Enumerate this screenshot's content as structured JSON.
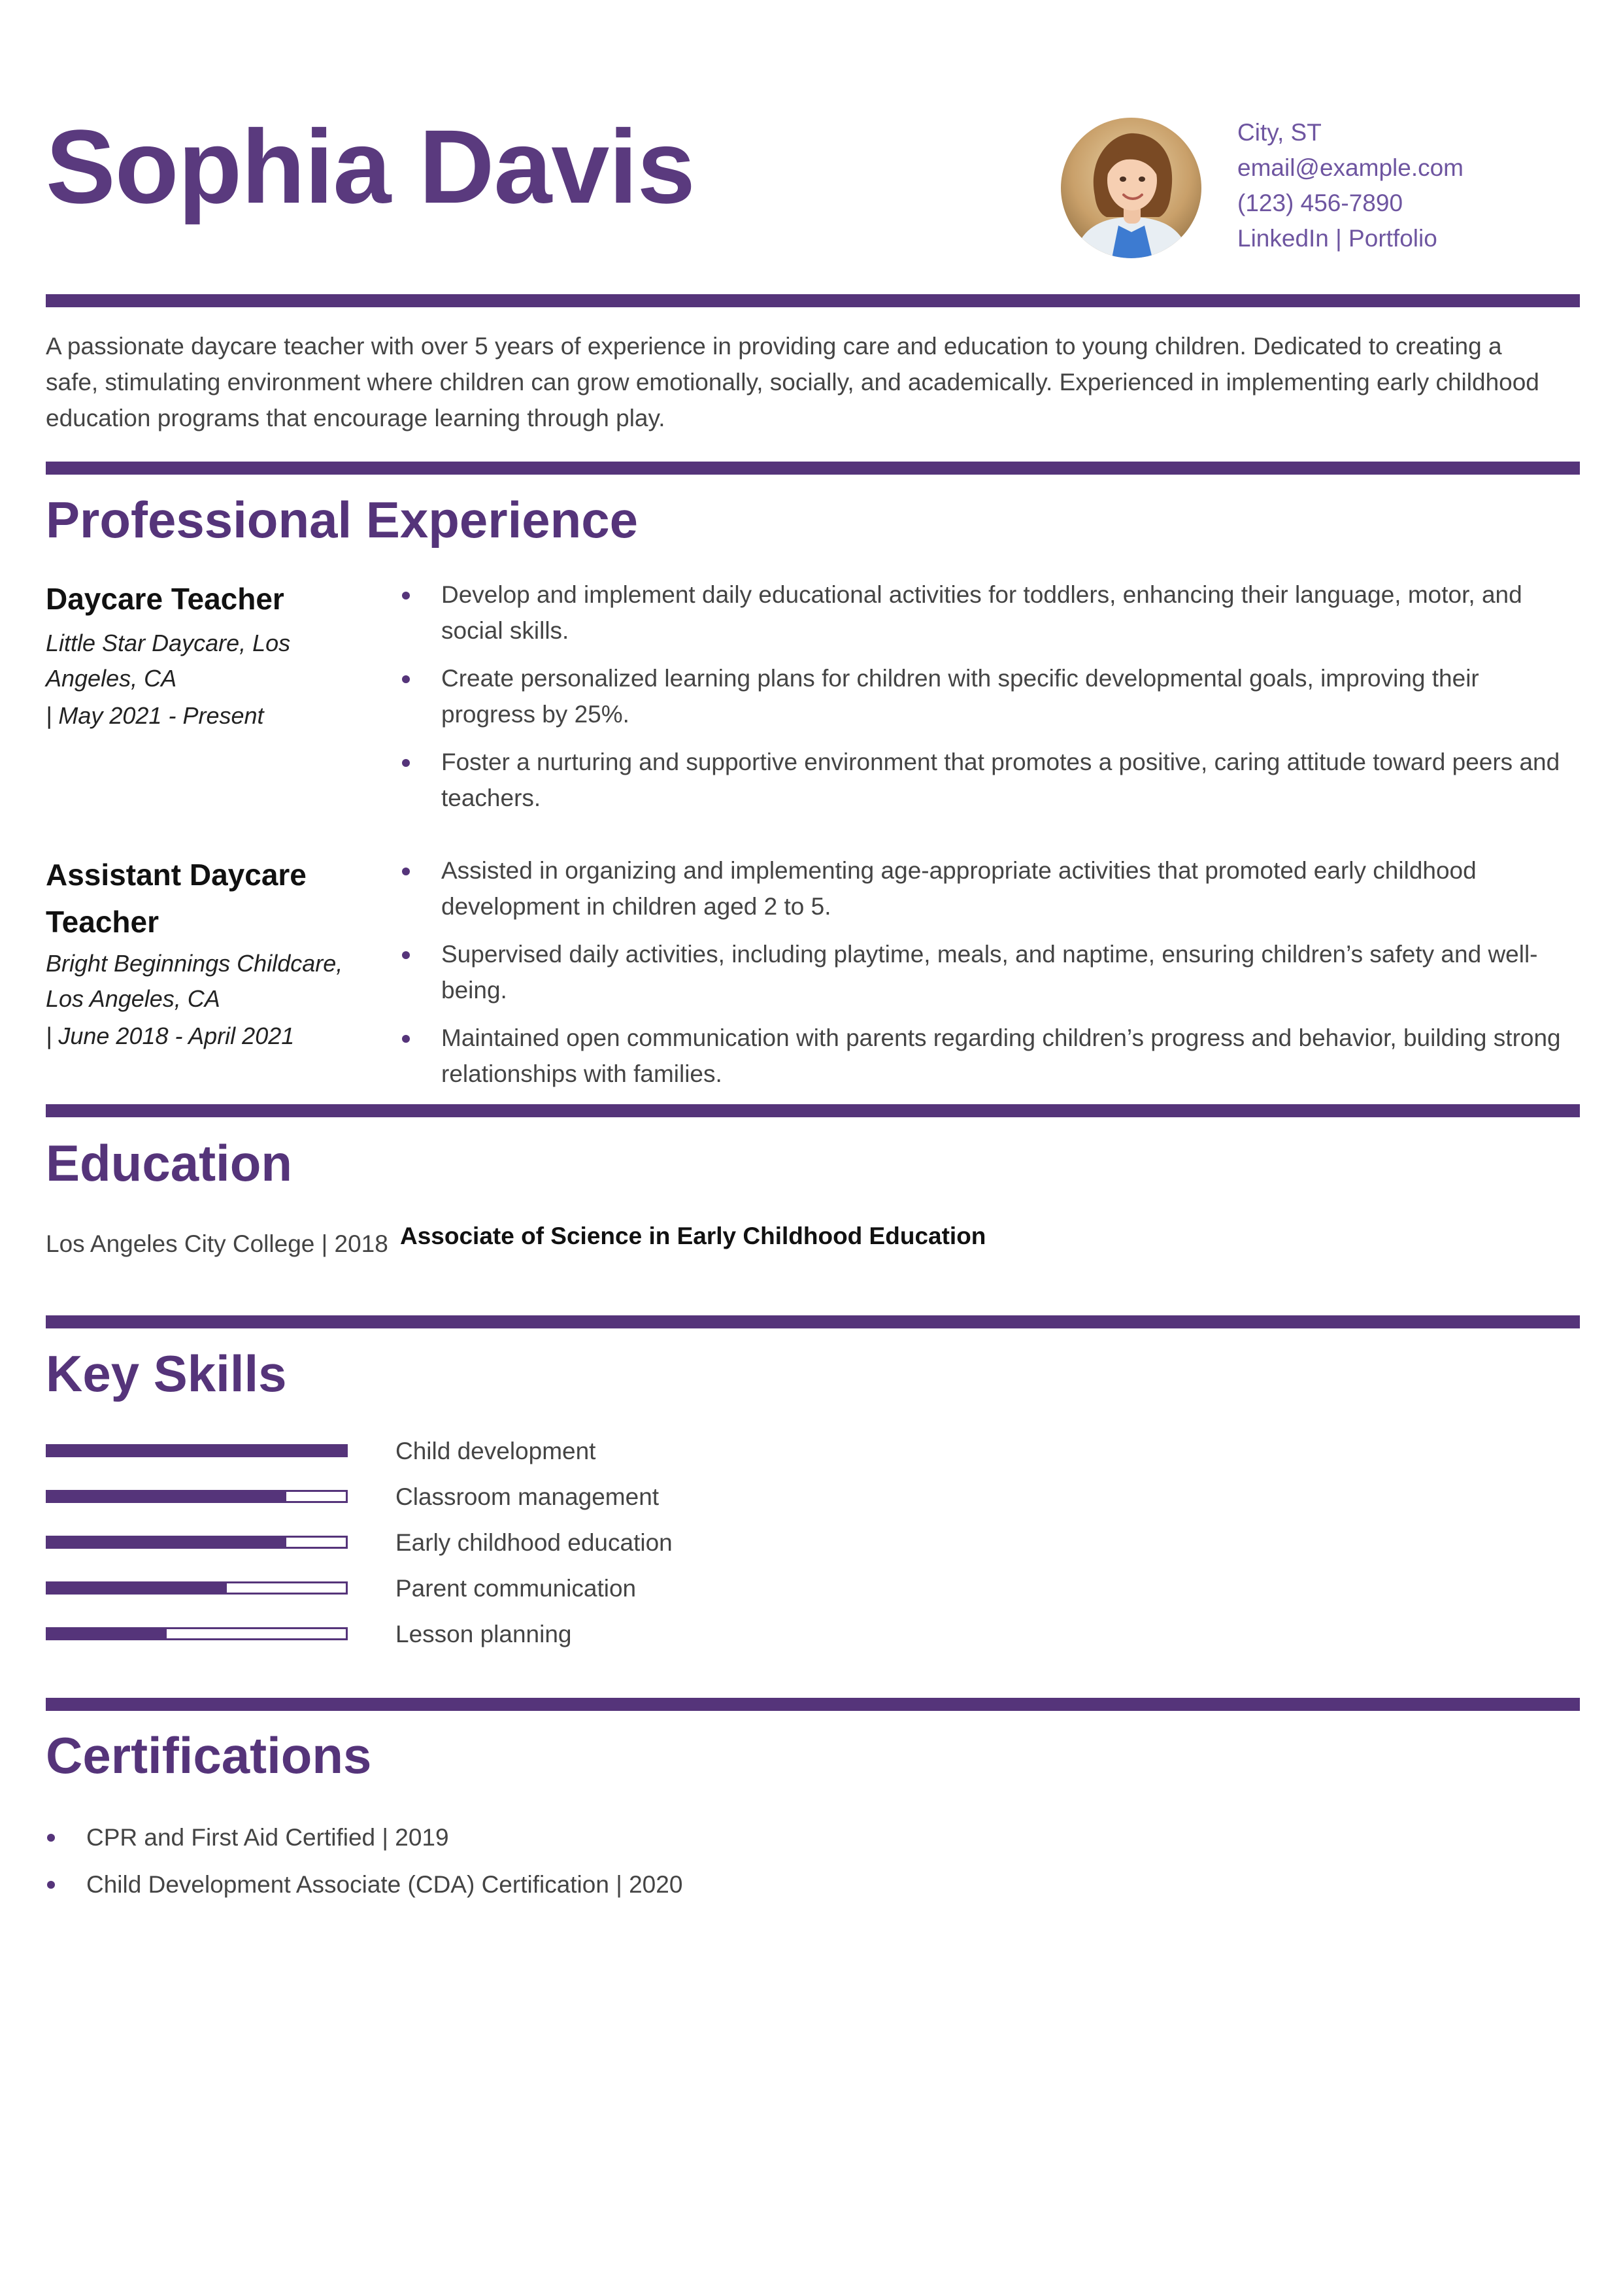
{
  "header": {
    "name": "Sophia Davis",
    "contact": {
      "location": "City, ST",
      "email": "email@example.com",
      "phone": "(123) 456-7890",
      "links": "LinkedIn | Portfolio"
    }
  },
  "summary": "A passionate daycare teacher with over 5 years of experience in providing care and education to young children. Dedicated to creating a safe, stimulating environment where children can grow emotionally, socially, and academically. Experienced in implementing early childhood education programs that encourage learning through play.",
  "experience": {
    "title": "Professional Experience",
    "jobs": [
      {
        "title": "Daycare Teacher",
        "company": "Little Star Daycare, Los Angeles, CA",
        "dates": "| May 2021 - Present",
        "bullets": [
          "Develop and implement daily educational activities for toddlers, enhancing their language, motor, and social skills.",
          "Create personalized learning plans for children with specific developmental goals, improving their progress by 25%.",
          "Foster a nurturing and supportive environment that promotes a positive, caring attitude toward peers and teachers."
        ]
      },
      {
        "title": "Assistant Daycare Teacher",
        "company": "Bright Beginnings Childcare, Los Angeles, CA",
        "dates": "| June 2018 - April 2021",
        "bullets": [
          "Assisted in organizing and implementing age-appropriate activities that promoted early childhood development in children aged 2 to 5.",
          "Supervised daily activities, including playtime, meals, and naptime, ensuring children’s safety and well-being.",
          "Maintained open communication with parents regarding children’s progress and behavior, building strong relationships with families."
        ]
      }
    ]
  },
  "education": {
    "title": "Education",
    "school": "Los Angeles City College | 2018",
    "degree": "Associate of Science in Early Childhood Education"
  },
  "skills": {
    "title": "Key Skills",
    "items": [
      {
        "label": "Child development",
        "level": 1.0
      },
      {
        "label": "Classroom management",
        "level": 0.8
      },
      {
        "label": "Early childhood education",
        "level": 0.8
      },
      {
        "label": "Parent communication",
        "level": 0.6
      },
      {
        "label": "Lesson planning",
        "level": 0.4
      }
    ]
  },
  "certifications": {
    "title": "Certifications",
    "items": [
      "CPR and First Aid Certified | 2019",
      "Child Development Associate (CDA) Certification | 2020"
    ]
  },
  "colors": {
    "accent": "#55347a",
    "name": "#5a3a7e",
    "contact": "#6e55a0"
  }
}
